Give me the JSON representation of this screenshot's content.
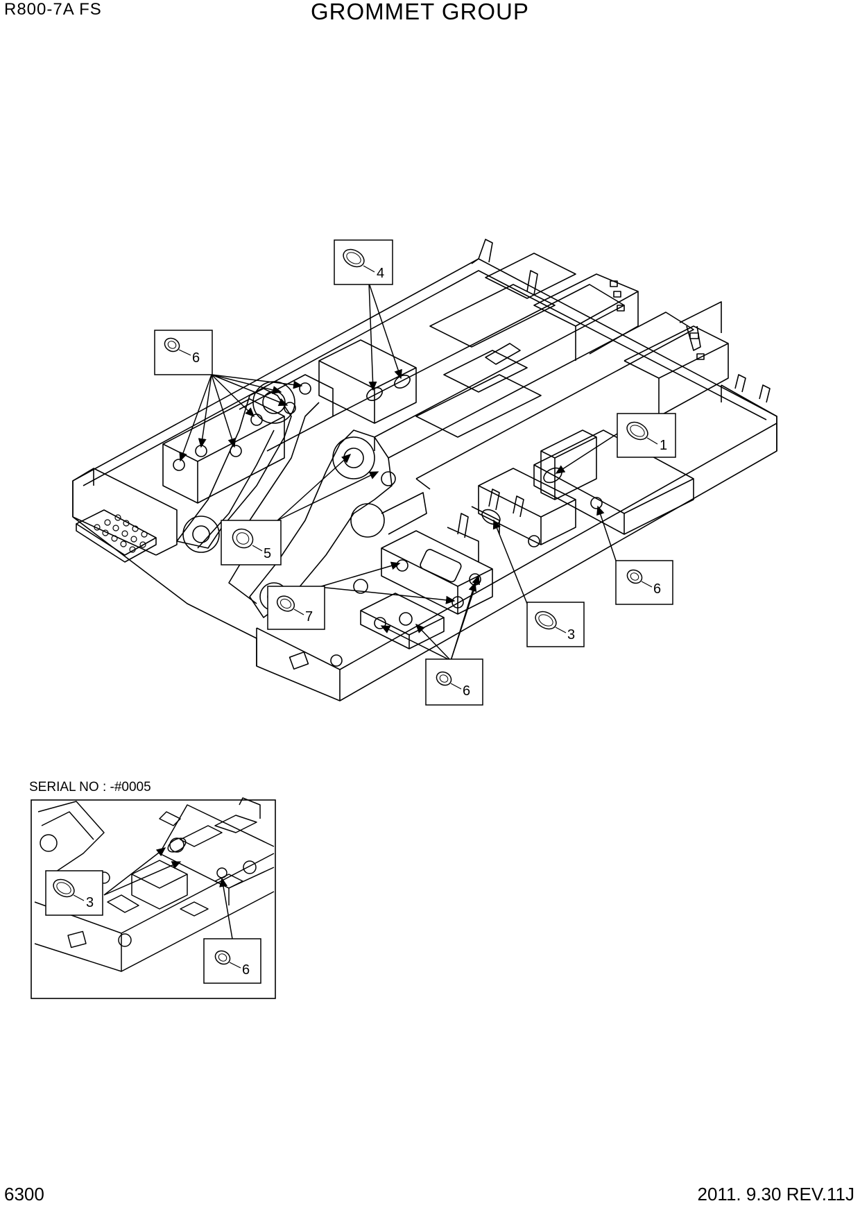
{
  "header": {
    "model": "R800-7A  FS",
    "title": "GROMMET GROUP"
  },
  "footer": {
    "page_number": "6300",
    "revision": "2011. 9.30  REV.11J"
  },
  "inset": {
    "serial_label": "SERIAL NO : -#0005"
  },
  "callouts": {
    "c1": "1",
    "c3a": "3",
    "c4": "4",
    "c5": "5",
    "c6a": "6",
    "c6b": "6",
    "c6c": "6",
    "c7": "7",
    "c3b": "3",
    "c6d": "6"
  }
}
